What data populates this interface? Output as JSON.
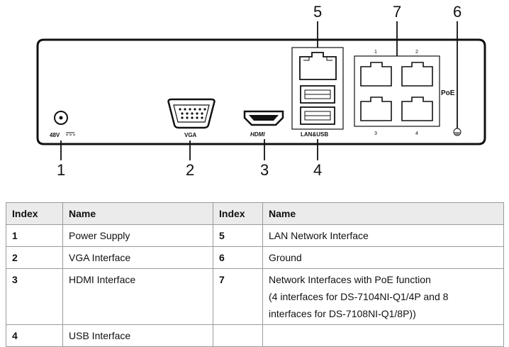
{
  "diagram": {
    "port_labels": {
      "power": "48V",
      "vga": "VGA",
      "hdmi": "HDMI",
      "lan_usb": "LAN&USB",
      "poe": "PoE"
    },
    "poe_port_numbers": [
      "1",
      "2",
      "3",
      "4"
    ],
    "callouts": [
      "1",
      "2",
      "3",
      "4",
      "5",
      "7",
      "6"
    ]
  },
  "table": {
    "headers": [
      "Index",
      "Name",
      "Index",
      "Name"
    ],
    "rows": [
      {
        "left_index": "1",
        "left_name": "Power Supply",
        "right_index": "5",
        "right_name": [
          "LAN Network Interface"
        ]
      },
      {
        "left_index": "2",
        "left_name": "VGA Interface",
        "right_index": "6",
        "right_name": [
          "Ground"
        ]
      },
      {
        "left_index": "3",
        "left_name": "HDMI Interface",
        "right_index": "7",
        "right_name": [
          "Network Interfaces with PoE function",
          "(4 interfaces for DS-7104NI-Q1/4P and 8",
          "interfaces for DS-7108NI-Q1/8P))"
        ]
      },
      {
        "left_index": "4",
        "left_name": "USB Interface",
        "right_index": "",
        "right_name": [
          ""
        ]
      }
    ]
  }
}
